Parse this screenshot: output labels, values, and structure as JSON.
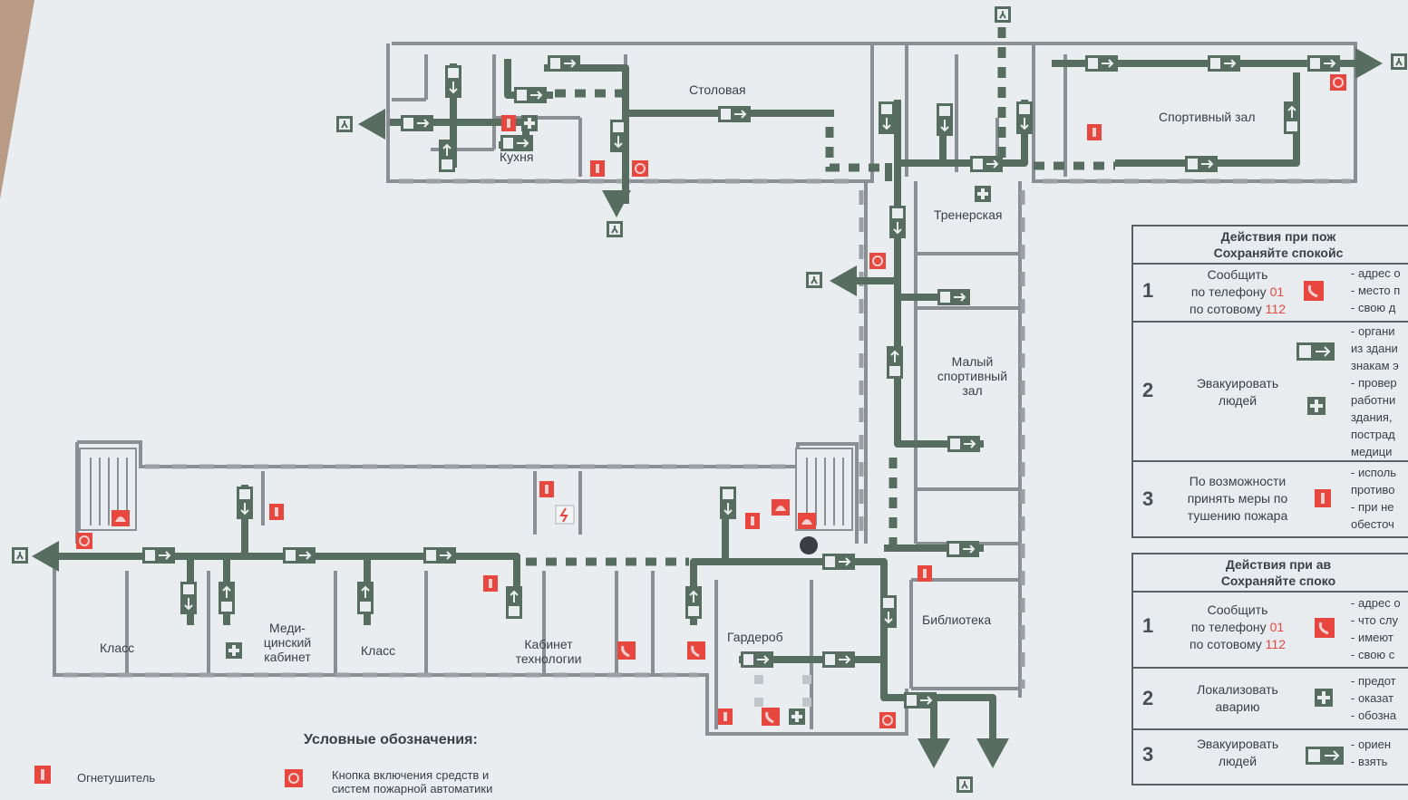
{
  "plan": {
    "rooms": {
      "stolovaya": "Столовая",
      "kuhnya": "Кухня",
      "sport_zal": "Спортивный зал",
      "trenerskaya": "Тренерская",
      "maly_zal_1": "Малый",
      "maly_zal_2": "спортивный",
      "maly_zal_3": "зал",
      "biblioteka": "Библиотека",
      "garderob": "Гардероб",
      "kab_tech_1": "Кабинет",
      "kab_tech_2": "технологии",
      "klass_1": "Класс",
      "klass_2": "Класс",
      "med_1": "Меди-",
      "med_2": "цинский",
      "med_3": "кабинет"
    }
  },
  "panel_fire": {
    "heading_1": "Действия при пож",
    "heading_2": "Сохраняйте спокойс",
    "rows": [
      {
        "num": "1",
        "a1": "Сообщить",
        "a2": "по телефону",
        "a2_red": "01",
        "a3": "по сотовому",
        "a3_red": "112",
        "notes": [
          "- адрес о",
          "- место п",
          "- свою д"
        ]
      },
      {
        "num": "2",
        "a1": "Эвакуировать",
        "a2": "людей",
        "notes": [
          "- органи",
          "из здани",
          "знакам э",
          "- провер",
          "работни",
          "здания,",
          "пострад",
          "медици"
        ]
      },
      {
        "num": "3",
        "a1": "По возможности",
        "a2": "принять меры по",
        "a3": "тушению пожара",
        "notes": [
          "- исполь",
          "противо",
          "- при не",
          "обесточ"
        ]
      }
    ]
  },
  "panel_accident": {
    "heading_1": "Действия при ав",
    "heading_2": "Сохраняйте споко",
    "rows": [
      {
        "num": "1",
        "a1": "Сообщить",
        "a2": "по телефону",
        "a2_red": "01",
        "a3": "по сотовому",
        "a3_red": "112",
        "notes": [
          "- адрес о",
          "- что слу",
          "- имеют",
          "- свою с"
        ]
      },
      {
        "num": "2",
        "a1": "Локализовать",
        "a2": "аварию",
        "notes": [
          "- предот",
          "- оказат",
          "- обозна"
        ]
      },
      {
        "num": "3",
        "a1": "Эвакуировать",
        "a2": "людей",
        "notes": [
          "- ориен",
          "- взять"
        ]
      }
    ]
  },
  "legend": {
    "title": "Условные обозначения:",
    "extinguisher": "Огнетушитель",
    "button_1": "Кнопка включения средств и",
    "button_2": "систем пожарной автоматики"
  },
  "colors": {
    "route": "#576d5f",
    "wall": "#8a8f96",
    "sign_red": "#e8473f",
    "paper": "#e9edef"
  }
}
